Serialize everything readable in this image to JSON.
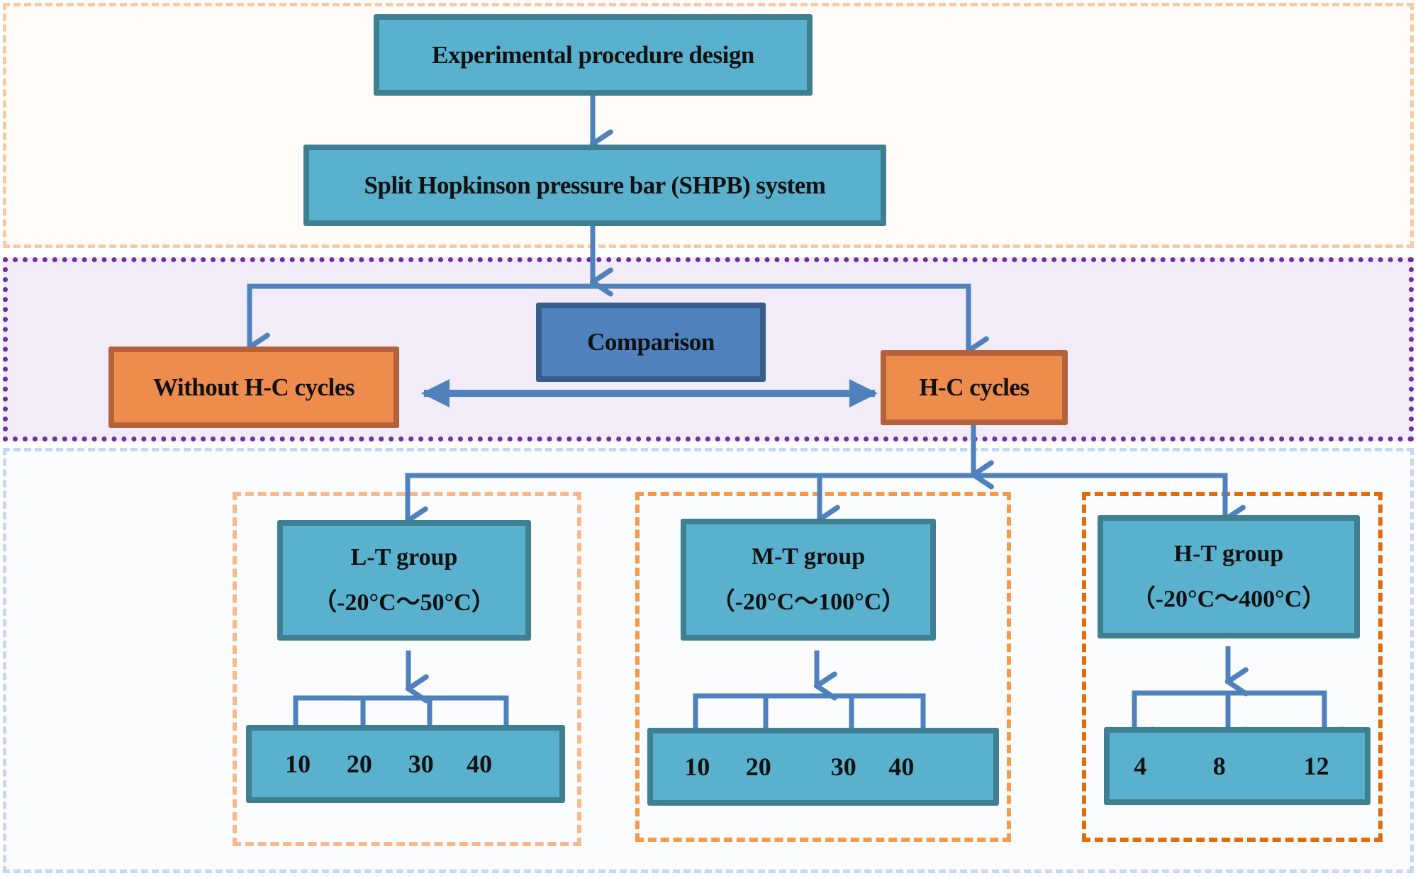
{
  "diagram": {
    "top": {
      "design_box": "Experimental procedure design",
      "system_box": "Split Hopkinson pressure bar (SHPB) system"
    },
    "middle": {
      "without_box": "Without H-C cycles",
      "comparison_box": "Comparison",
      "hc_box": "H-C cycles"
    },
    "groups": [
      {
        "name": "L-T group",
        "range": "（-20°C～50°C）",
        "cycles": [
          "10",
          "20",
          "30",
          "40"
        ]
      },
      {
        "name": "M-T group",
        "range": "（-20°C～100°C）",
        "cycles": [
          "10",
          "20",
          "30",
          "40"
        ]
      },
      {
        "name": "H-T group",
        "range": "（-20°C～400°C）",
        "cycles": [
          "4",
          "8",
          "12"
        ]
      }
    ],
    "colors": {
      "teal_box": "#5ab1cd",
      "orange_box": "#ee8c4e",
      "comparison_box": "#4f81bd",
      "arrow": "#4f81bd",
      "top_region_border": "#f9c9a0",
      "middle_region_border": "#7030a0",
      "bottom_region_border": "#c5d8f1",
      "lt_frame": "#f8b88a",
      "mt_frame": "#f59a4a",
      "ht_frame": "#e36c0a"
    }
  }
}
